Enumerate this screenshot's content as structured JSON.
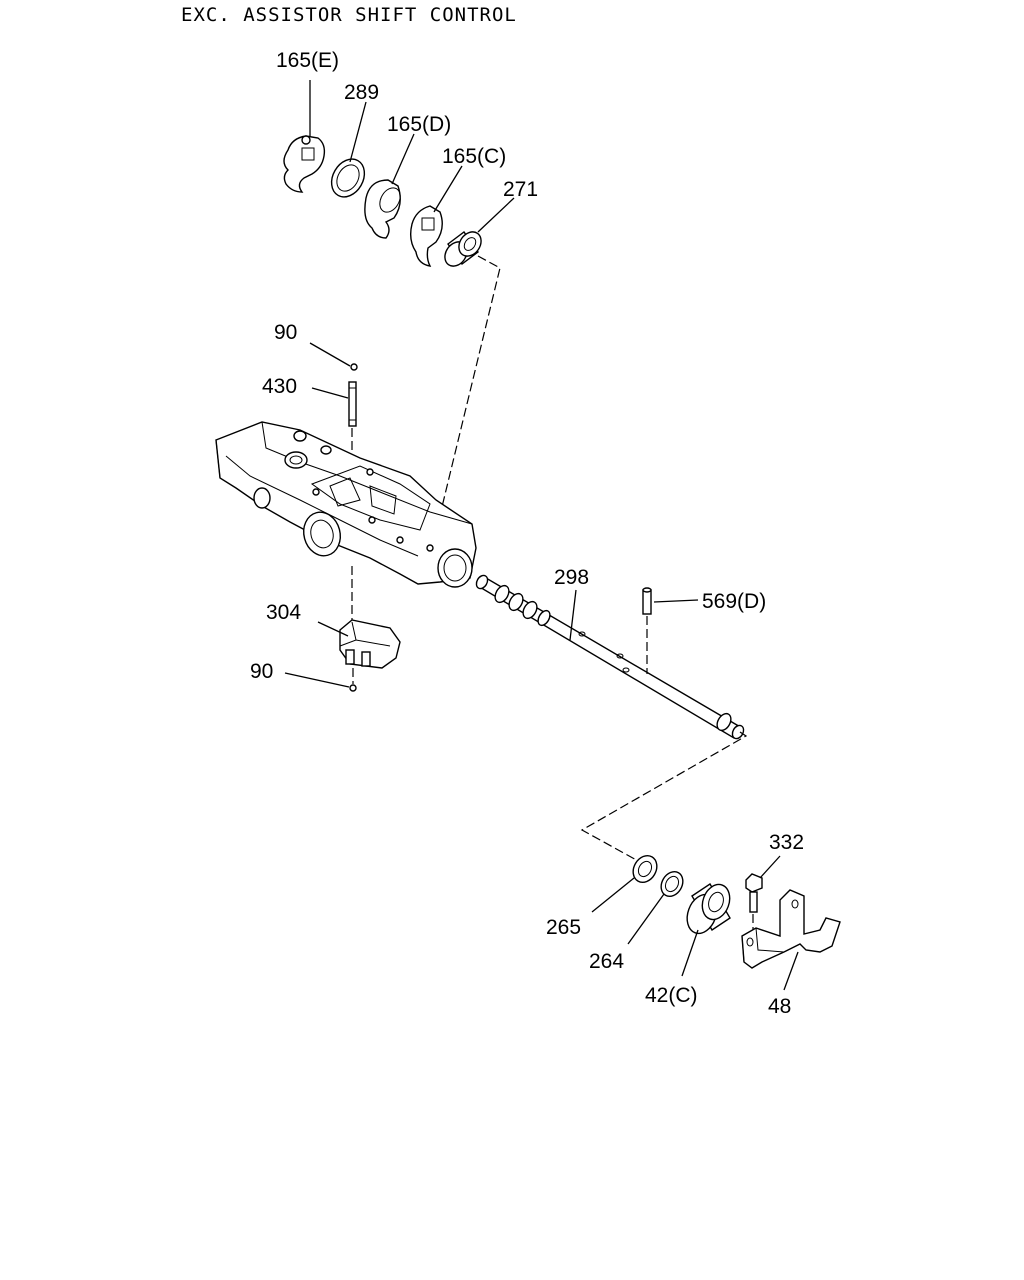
{
  "title": "EXC. ASSISTOR SHIFT CONTROL",
  "labels": {
    "p165e": "165(E)",
    "p289": "289",
    "p165d": "165(D)",
    "p165c": "165(C)",
    "p271": "271",
    "p90_top": "90",
    "p430": "430",
    "p304": "304",
    "p90_bottom": "90",
    "p298": "298",
    "p569d": "569(D)",
    "p332": "332",
    "p265": "265",
    "p264": "264",
    "p42c": "42(C)",
    "p48": "48"
  }
}
